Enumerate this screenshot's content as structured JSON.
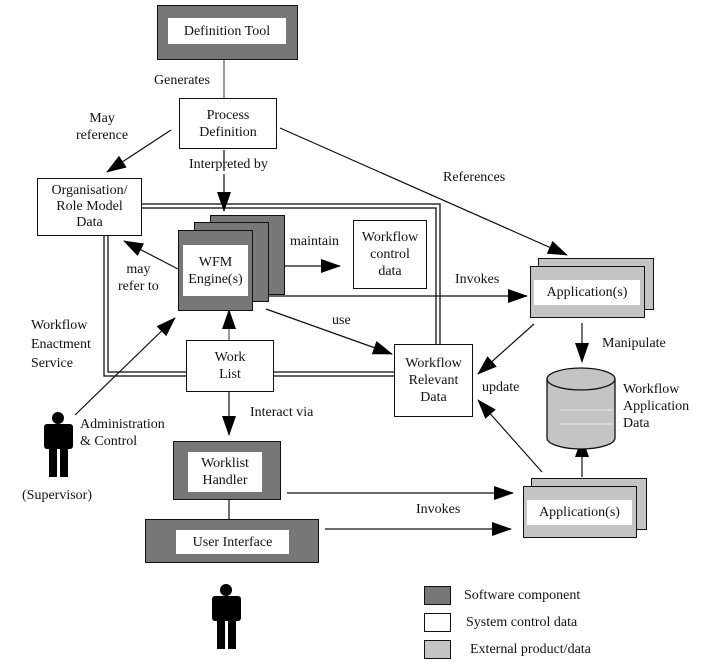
{
  "diagram": {
    "nodes": {
      "definition_tool": "Definition Tool",
      "process_definition": [
        "Process",
        "Definition"
      ],
      "org_role_model": [
        "Organisation/",
        "Role Model",
        "Data"
      ],
      "wfm_engine": [
        "WFM",
        "Engine(s)"
      ],
      "workflow_control_data": [
        "Workflow",
        "control",
        "data"
      ],
      "work_list": [
        "Work",
        "List"
      ],
      "workflow_relevant_data": [
        "Workflow",
        "Relevant",
        "Data"
      ],
      "application_top": "Application(s)",
      "application_bottom": "Application(s)",
      "workflow_application_data": [
        "Workflow",
        "Application",
        "Data"
      ],
      "worklist_handler": [
        "Worklist",
        "Handler"
      ],
      "user_interface": "User Interface"
    },
    "edge_labels": {
      "generates": "Generates",
      "may_reference": [
        "May",
        "reference"
      ],
      "interpreted_by": "Interpreted by",
      "references": "References",
      "maintain": "maintain",
      "may_refer_to": [
        "may",
        "refer to"
      ],
      "invokes_top": "Invokes",
      "use": "use",
      "manipulate": "Manipulate",
      "update": "update",
      "interact_via": "Interact via",
      "invokes_bottom": "Invokes",
      "admin_control": [
        "Administration",
        "& Control"
      ]
    },
    "annotations": {
      "enactment_service": [
        "Workflow",
        "Enactment",
        "Service"
      ],
      "supervisor": "(Supervisor)"
    },
    "legend": [
      {
        "label": "Software component",
        "color": "#777777"
      },
      {
        "label": "System control data",
        "color": "#ffffff"
      },
      {
        "label": "External product/data",
        "color": "#c4c4c4"
      }
    ]
  }
}
